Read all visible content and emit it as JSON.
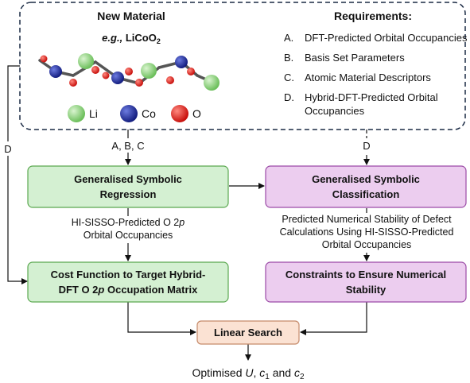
{
  "material": {
    "heading": "New Material",
    "example_prefix": "e.g.,",
    "example_formula": "LiCoO",
    "example_subscript": "2",
    "legend": [
      {
        "label": "Li",
        "color": "#8fd27d"
      },
      {
        "label": "Co",
        "color": "#1f2d9a"
      },
      {
        "label": "O",
        "color": "#e0201b"
      }
    ]
  },
  "requirements": {
    "heading": "Requirements:",
    "items": [
      {
        "marker": "A.",
        "text": "DFT-Predicted Orbital Occupancies"
      },
      {
        "marker": "B.",
        "text": "Basis Set Parameters"
      },
      {
        "marker": "C.",
        "text": "Atomic Material Descriptors"
      },
      {
        "marker": "D.",
        "text": "Hybrid-DFT-Predicted Orbital",
        "text2": "Occupancies"
      }
    ]
  },
  "edge_labels": {
    "abc": "A, B, C",
    "d_right": "D",
    "d_left": "D",
    "regression_output": [
      "HI-SISSO-Predicted O 2",
      "p",
      "Orbital Occupancies"
    ],
    "classification_output": [
      "Predicted Numerical Stability of Defect",
      "Calculations Using HI-SISSO-Predicted",
      "Orbital Occupancies"
    ]
  },
  "boxes": {
    "regression": [
      "Generalised Symbolic",
      "Regression"
    ],
    "classification": [
      "Generalised Symbolic",
      "Classification"
    ],
    "cost": [
      "Cost Function to Target Hybrid-",
      "DFT O 2",
      "p",
      " Occupation Matrix"
    ],
    "constraints": [
      "Constraints to Ensure Numerical",
      "Stability"
    ],
    "linear": "Linear Search"
  },
  "output": {
    "prefix": "Optimised ",
    "u": "U",
    "sep1": ", ",
    "c": "c",
    "sub1": "1",
    "and": " and ",
    "sub2": "2"
  },
  "colors": {
    "green_fill": "#d4f0d2",
    "green_stroke": "#5aa84f",
    "pink_fill": "#eccdef",
    "pink_stroke": "#9b4aa6",
    "peach_fill": "#fbe2d3",
    "peach_stroke": "#c58a6a"
  }
}
